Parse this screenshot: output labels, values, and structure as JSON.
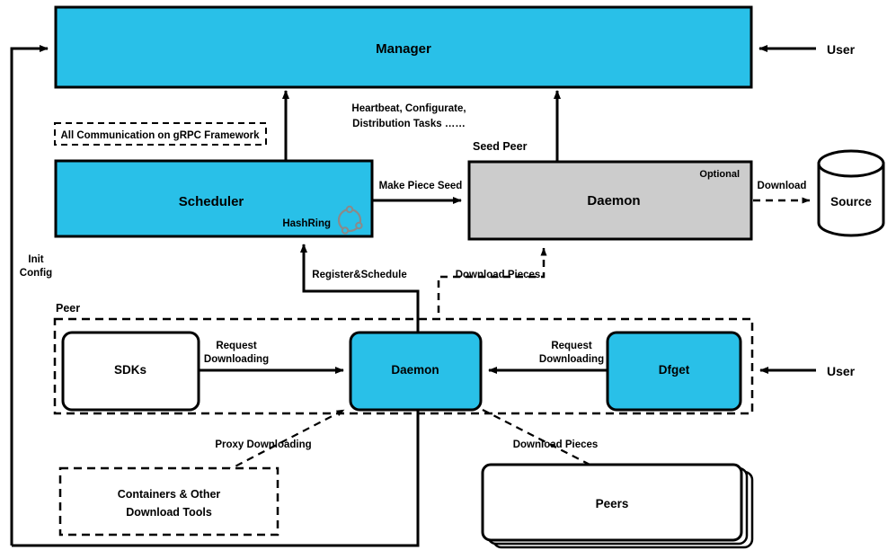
{
  "diagram": {
    "title": "Dragonfly P2P Distribution Architecture",
    "colors": {
      "accent_blue": "#29c0e8",
      "seed_gray": "#cccccc",
      "stroke": "#000000",
      "background": "#ffffff",
      "hashring_icon": "#8a8a8a"
    },
    "nodes": {
      "manager": {
        "label": "Manager",
        "fill": "#29c0e8"
      },
      "scheduler": {
        "label": "Scheduler",
        "fill": "#29c0e8",
        "badge": "HashRing",
        "badge_icon": "hashring-icon"
      },
      "seed_peer_group": {
        "label": "Seed Peer"
      },
      "seed_peer_daemon": {
        "label": "Daemon",
        "fill": "#cccccc",
        "badge": "Optional"
      },
      "source": {
        "label": "Source",
        "shape": "cylinder"
      },
      "peer_group": {
        "label": "Peer"
      },
      "sdks": {
        "label": "SDKs",
        "fill": "#ffffff"
      },
      "peer_daemon": {
        "label": "Daemon",
        "fill": "#29c0e8"
      },
      "dfget": {
        "label": "Dfget",
        "fill": "#29c0e8"
      },
      "containers": {
        "label_line1": "Containers & Other",
        "label_line2": "Download Tools",
        "style": "dashed"
      },
      "peers": {
        "label": "Peers",
        "shape": "stacked"
      },
      "grpc_note": {
        "label": "All Communication on gRPC Framework",
        "style": "dashed"
      }
    },
    "actors": {
      "user_top": "User",
      "user_bottom": "User"
    },
    "edges": [
      {
        "name": "user-to-manager-right",
        "label": "",
        "style": "solid"
      },
      {
        "name": "init-config-to-manager",
        "label_line1": "Init",
        "label_line2": "Config",
        "style": "solid"
      },
      {
        "name": "scheduler-to-manager",
        "label": "",
        "style": "solid"
      },
      {
        "name": "seed-daemon-to-manager",
        "label_line1": "Heartbeat, Configurate,",
        "label_line2": "Distribution Tasks ……",
        "style": "solid"
      },
      {
        "name": "scheduler-to-seed-daemon",
        "label": "Make Piece Seed",
        "style": "solid"
      },
      {
        "name": "seed-daemon-to-source",
        "label": "Download",
        "style": "dashed"
      },
      {
        "name": "peer-daemon-to-scheduler",
        "label": "Register&Schedule",
        "style": "solid"
      },
      {
        "name": "peer-daemon-to-seed-daemon",
        "label": "Download Pieces",
        "style": "dashed"
      },
      {
        "name": "sdks-to-peer-daemon",
        "label_line1": "Request",
        "label_line2": "Downloading",
        "style": "solid"
      },
      {
        "name": "dfget-to-peer-daemon",
        "label_line1": "Request",
        "label_line2": "Downloading",
        "style": "solid"
      },
      {
        "name": "user-to-dfget",
        "label": "",
        "style": "solid"
      },
      {
        "name": "containers-to-peer-daemon",
        "label": "Proxy Downloading",
        "style": "dashed"
      },
      {
        "name": "peer-daemon-to-peers",
        "label": "Download Pieces",
        "style": "dashed"
      }
    ]
  }
}
